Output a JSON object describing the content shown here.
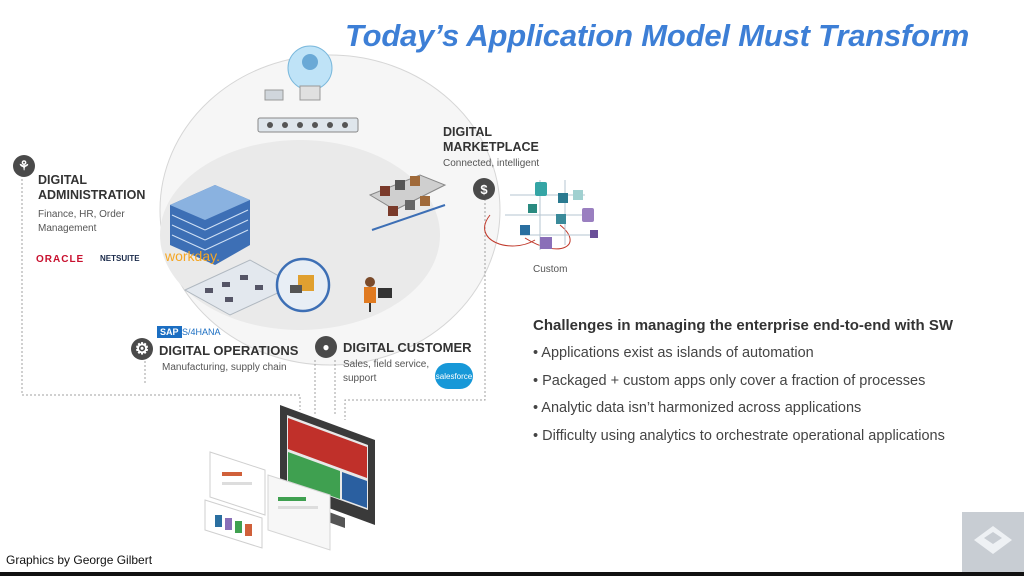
{
  "title": "Today’s Application Model Must Transform",
  "sections": {
    "administration": {
      "heading1": "DIGITAL",
      "heading2": "ADMINISTRATION",
      "desc1": "Finance, HR, Order",
      "desc2": "Management",
      "logos": [
        "ORACLE",
        "NETSUITE",
        "workday."
      ]
    },
    "marketplace": {
      "heading1": "DIGITAL",
      "heading2": "MARKETPLACE",
      "desc": "Connected, intelligent",
      "custom_label": "Custom"
    },
    "operations": {
      "heading": "DIGITAL OPERATIONS",
      "desc": "Manufacturing, supply chain",
      "logo_sap": "SAP",
      "logo_s4": "S/4HANA"
    },
    "customer": {
      "heading": "DIGITAL CUSTOMER",
      "desc1": "Sales, field service,",
      "desc2": "support",
      "logo": "salesforce"
    }
  },
  "challenges": {
    "title": "Challenges in managing the enterprise end-to-end with SW",
    "bullets": [
      "• Applications exist as islands of automation",
      "• Packaged + custom apps only cover a fraction of processes",
      "• Analytic data isn’t harmonized across applications",
      "• Difficulty using analytics to orchestrate operational applications"
    ]
  },
  "credit": "Graphics by George Gilbert",
  "icons": {
    "admin": "org-chart-icon",
    "marketplace": "dollar-icon",
    "operations": "gear-icon",
    "customer": "person-icon"
  },
  "colors": {
    "title": "#3d7fd6",
    "badge": "#4a4a4a",
    "connector": "#999999"
  }
}
